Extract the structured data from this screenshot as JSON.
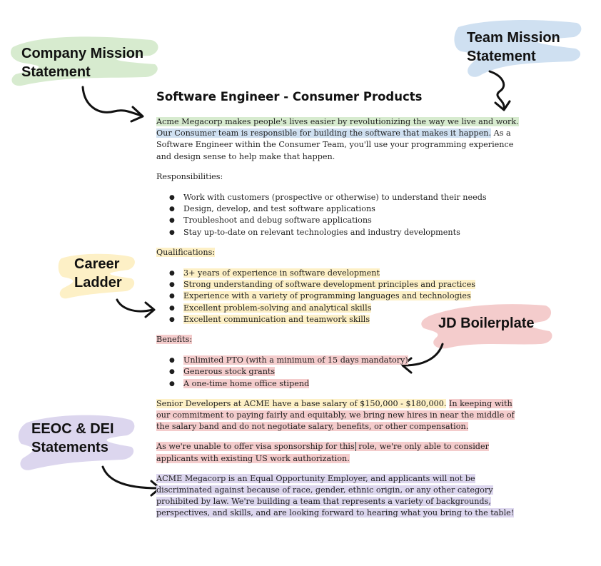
{
  "callouts": {
    "company_mission": "Company Mission\nStatement",
    "team_mission": "Team Mission\nStatement",
    "career_ladder": "Career\nLadder",
    "jd_boilerplate": "JD Boilerplate",
    "eeoc_dei": "EEOC & DEI\nStatements"
  },
  "colors": {
    "green": "#d7ebcf",
    "blue": "#cfe0f1",
    "yellow": "#fdf0c6",
    "red": "#f4cccc",
    "purple": "#dcd6ee"
  },
  "doc": {
    "title": "Software Engineer - Consumer Products",
    "intro_company": "Acme Megacorp makes people's lives easier by revolutionizing the way we live and work.",
    "intro_team": "Our Consumer team is responsible for building the software that makes it happen.",
    "intro_rest": "As a Software Engineer within the Consumer Team, you'll use your programming experience and design sense to help make that happen.",
    "responsibilities_heading": "Responsibilities:",
    "responsibilities": [
      "Work with customers (prospective or otherwise) to understand their needs",
      "Design, develop, and test software applications",
      "Troubleshoot and debug software applications",
      "Stay up-to-date on relevant technologies and industry developments"
    ],
    "qualifications_heading": "Qualifications:",
    "qualifications": [
      "3+ years of experience in software development",
      "Strong understanding of software development principles and practices",
      "Experience with a variety of programming languages and technologies",
      "Excellent problem-solving and analytical skills",
      "Excellent communication and teamwork skills"
    ],
    "benefits_heading": "Benefits:",
    "benefits": [
      "Unlimited PTO (with a minimum of 15 days mandatory)",
      "Generous stock grants",
      "A one-time home office stipend"
    ],
    "salary_level": "Senior Developers at ACME have a base salary of $150,000 - $180,000.",
    "salary_policy": "In keeping with our commitment to paying fairly and equitably, we bring new hires in near the middle of the salary band and do not negotiate salary, benefits, or other compensation.",
    "visa_a": "As we're unable to offer visa sponsorship for this",
    "visa_b": " role, we're only able to consider applicants with existing US work authorization.",
    "eeoc": "ACME Megacorp is an Equal Opportunity Employer, and applicants will not be discriminated against because of race, gender, ethnic origin, or any other category prohibited by law. We're building a team that represents a variety of backgrounds, perspectives, and skills, and are looking forward to hearing what you bring to the table!"
  }
}
